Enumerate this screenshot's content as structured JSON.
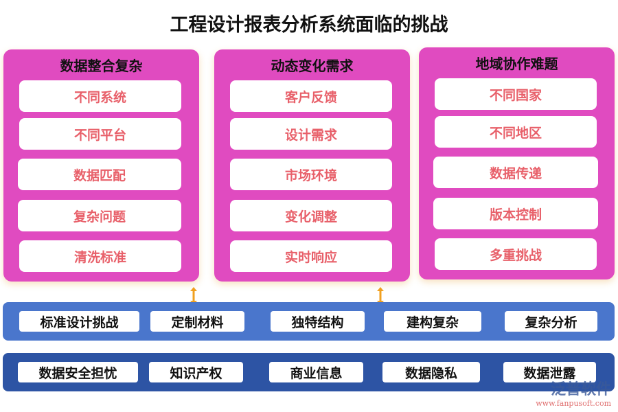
{
  "title": "工程设计报表分析系统面临的挑战",
  "panels": [
    {
      "title": "数据整合复杂",
      "items": [
        "不同系统",
        "不同平台",
        "数据匹配",
        "复杂问题",
        "清洗标准"
      ]
    },
    {
      "title": "动态变化需求",
      "items": [
        "客户反馈",
        "设计需求",
        "市场环境",
        "变化调整",
        "实时响应"
      ]
    },
    {
      "title": "地域协作难题",
      "items": [
        "不同国家",
        "不同地区",
        "数据传递",
        "版本控制",
        "多重挑战"
      ]
    }
  ],
  "rows": [
    {
      "items": [
        "标准设计挑战",
        "定制材料",
        "独特结构",
        "建构复杂",
        "复杂分析"
      ],
      "color": "#4a76cc"
    },
    {
      "items": [
        "数据安全担忧",
        "知识产权",
        "商业信息",
        "数据隐私",
        "数据泄露"
      ],
      "color": "#2d54a4"
    }
  ],
  "colors": {
    "panel": "#e04bc0",
    "item_text": "#e8606a",
    "arrow": "#f0a020"
  },
  "watermark": {
    "brand": "泛普软件",
    "url": "www.fanpusoft.com"
  }
}
